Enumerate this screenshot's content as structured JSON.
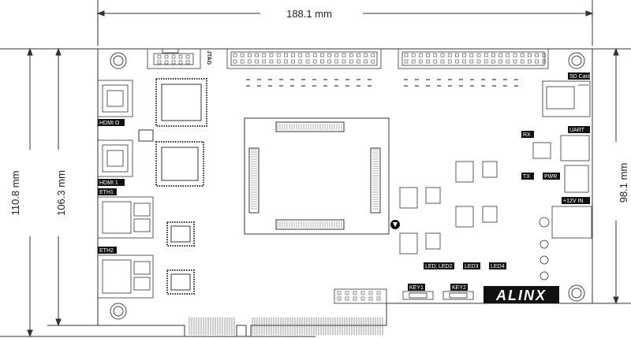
{
  "dimensions": {
    "top_width": "188.1 mm",
    "left_outer_height": "110.8 mm",
    "left_inner_height": "106.3 mm",
    "right_height": "98.1 mm"
  },
  "labels": {
    "jtag": "JTAG",
    "sd_card": "SD Card",
    "hdmi0": "HDMI O",
    "hdmi1": "HDMI 1",
    "eth1": "ETH1",
    "eth2": "ETH2",
    "uart": "UART",
    "rx": "RX",
    "tx": "TX",
    "pwr": "PWR",
    "power_in": "+12V IN",
    "led1": "LED1",
    "led2": "LED2",
    "led3": "LED3",
    "led4": "LED4",
    "key1": "KEY1",
    "key2": "KEY2",
    "brand": "ALINX"
  },
  "colors": {
    "line": "#333333",
    "label_bg": "#111111",
    "label_text": "#ffffff"
  }
}
